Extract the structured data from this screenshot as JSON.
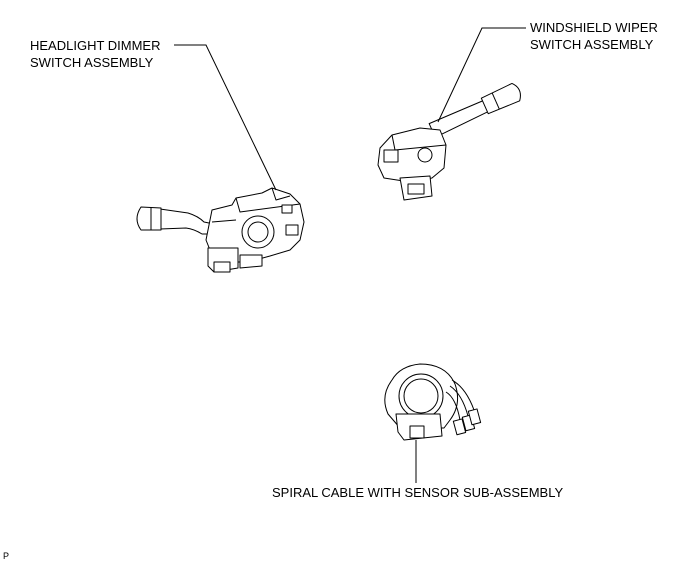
{
  "labels": {
    "headlight_dimmer": {
      "line1": "HEADLIGHT DIMMER",
      "line2": "SWITCH ASSEMBLY"
    },
    "windshield_wiper": {
      "line1": "WINDSHIELD WIPER",
      "line2": "SWITCH ASSEMBLY"
    },
    "spiral_cable": "SPIRAL CABLE WITH SENSOR SUB-ASSEMBLY"
  },
  "figure_code": "P",
  "colors": {
    "line": "#000000",
    "background": "#ffffff"
  }
}
